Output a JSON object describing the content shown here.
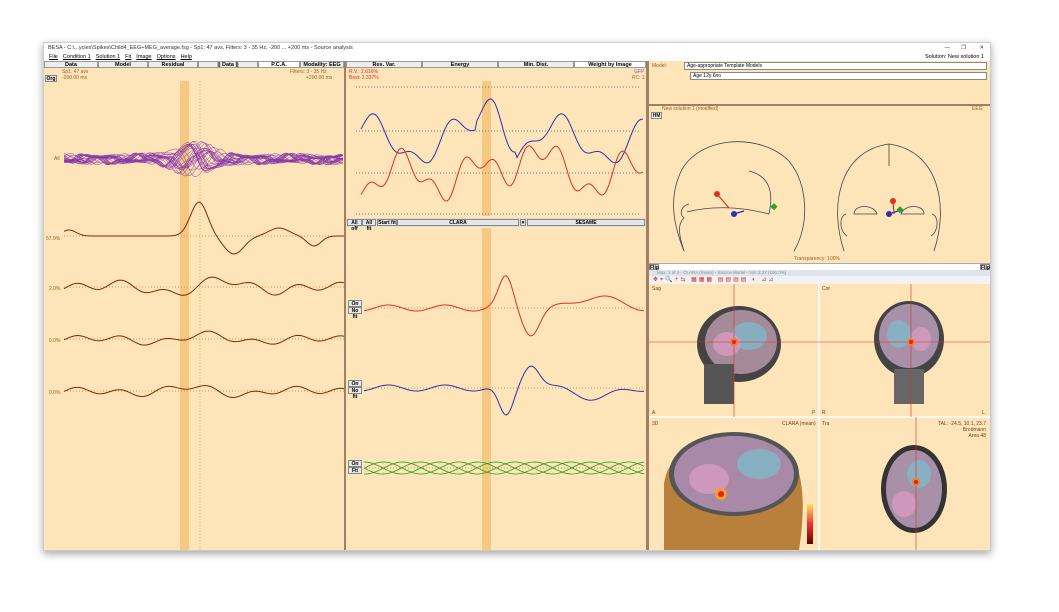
{
  "window": {
    "title": "BESA - C:\\...ycles\\Spikes\\Child4_EEG+MEG_average.fsg - Sp1: 47 avs, Filters: 3 - 35 Hz, -200 ... +200 ms - Source analysis",
    "controls": [
      "—",
      "❐",
      "✕"
    ],
    "solution_label": "Solution: New solution 1"
  },
  "menu": [
    "File",
    "Condition 1",
    "Solution 1",
    "Fit",
    "Image",
    "Options",
    "Help"
  ],
  "left_tabs": [
    "Data",
    "Model",
    "Residual",
    "|| Data ||",
    "P.C.A.",
    "Modality: EEG"
  ],
  "left_info": {
    "epoch": "Sp1: 47 avs",
    "time_start": "-200.00 ms",
    "filters": "Filters: 3 - 35 Hz",
    "time_end": "+200.00 ms",
    "org_button": "Org"
  },
  "left_traces": [
    {
      "label": "All"
    },
    {
      "label": "57.9%"
    },
    {
      "label": "2.0%"
    },
    {
      "label": "0.0%"
    },
    {
      "label": "0.0%"
    }
  ],
  "middle_tabs": [
    "Res. Var.",
    "Energy",
    "Min. Dist.",
    "Weight by Image"
  ],
  "middle_info": {
    "rv": "R.V.: 2.616%",
    "best": "Best: 2.337%",
    "gfp": "GFP",
    "rc": "RC: 1"
  },
  "fit_toolbar": {
    "all_off": "All off",
    "all_fit": "All fit",
    "start_fit": "Start fit",
    "method1": "CLARA",
    "method2": "SESAME"
  },
  "source_rows": [
    {
      "on": "On",
      "fit": "No fit",
      "color": "#e03020"
    },
    {
      "on": "On",
      "fit": "No fit",
      "color": "#3030b0"
    },
    {
      "on": "On",
      "fit": "Fit",
      "color": "#20a020"
    }
  ],
  "model": {
    "label": "Model:",
    "value": "Age-appropriate Template Models",
    "age": "Age 12y 6no"
  },
  "head_view": {
    "title": "New solution 1 (modified)",
    "modality": "EEG",
    "hm": "HM",
    "transparency": "Transparency: 100%",
    "flip": "Flip"
  },
  "mri_window": {
    "title": "Max: 1 of 4 - CLARA (mean) - Source Model - Vol: 2.37 (100.0%)",
    "views": [
      {
        "name": "Sag",
        "left": "A",
        "right": "P"
      },
      {
        "name": "Cor",
        "left": "R",
        "right": "L"
      },
      {
        "name": "3D",
        "right_label": "CLARA (mean)"
      },
      {
        "name": "Tra",
        "tal": "TAL: -24.5, 10.1, 23.7",
        "area1": "Brodmann",
        "area2": "Area 48"
      }
    ]
  },
  "colors": {
    "background": "#fde4b9",
    "dipole1": "#e03020",
    "dipole2": "#3030b0",
    "dipole3": "#20a020",
    "trace": "#8b2500",
    "butterfly": "#8a3aa8"
  }
}
